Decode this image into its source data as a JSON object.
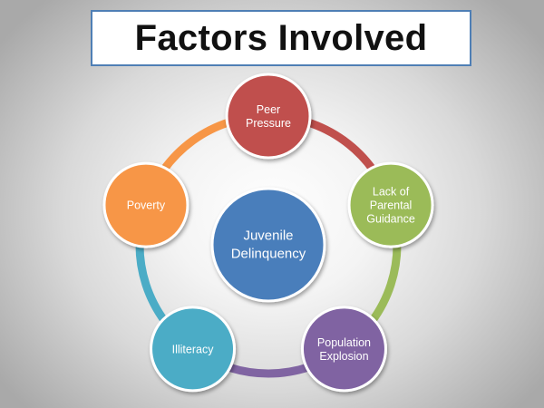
{
  "title": "Factors Involved",
  "center": {
    "label": [
      "Juvenile",
      "Delinquency"
    ],
    "color": "#4a7ebb"
  },
  "nodes": [
    {
      "id": "peer-pressure",
      "label": [
        "Peer",
        "Pressure"
      ],
      "color": "#c0504d"
    },
    {
      "id": "lack-of-parental-guidance",
      "label": [
        "Lack of",
        "Parental",
        "Guidance"
      ],
      "color": "#9bbb59"
    },
    {
      "id": "population-explosion",
      "label": [
        "Population",
        "Explosion"
      ],
      "color": "#8064a2"
    },
    {
      "id": "illiteracy",
      "label": [
        "Illiteracy"
      ],
      "color": "#4bacc6"
    },
    {
      "id": "poverty",
      "label": [
        "Poverty"
      ],
      "color": "#f79646"
    }
  ]
}
